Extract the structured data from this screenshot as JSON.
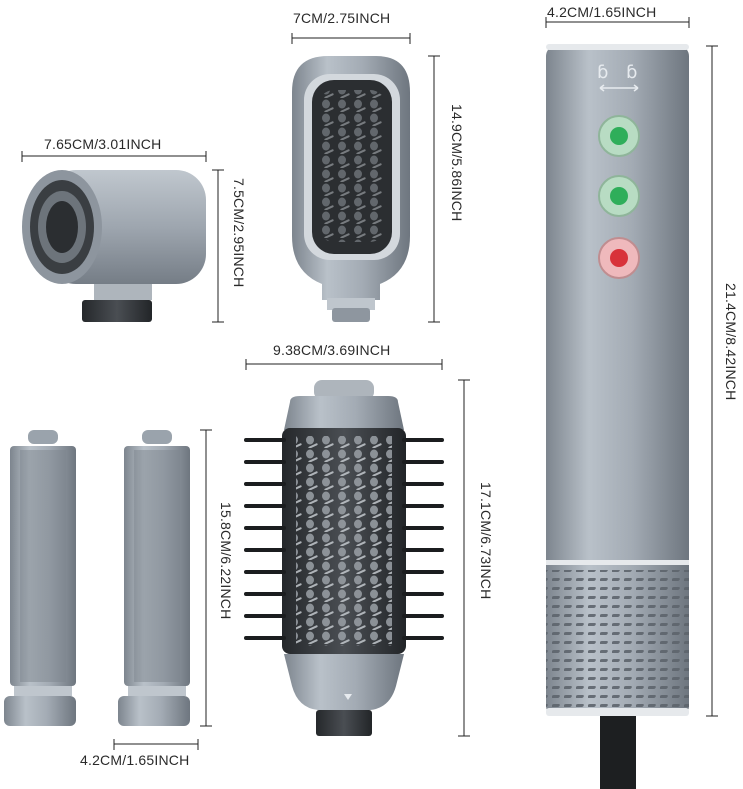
{
  "dimensions": {
    "handle_width": "4.2CM/1.65INCH",
    "handle_height": "21.4CM/8.42INCH",
    "brush_width": "7CM/2.75INCH",
    "brush_height": "14.9CM/5.86INCH",
    "concentrator_width": "7.65CM/3.01INCH",
    "concentrator_height": "7.5CM/2.95INCH",
    "round_brush_width": "9.38CM/3.69INCH",
    "round_brush_height": "17.1CM/6.73INCH",
    "barrel_height": "15.8CM/6.22INCH",
    "barrel_width": "4.2CM/1.65INCH"
  },
  "colors": {
    "metal": "#9aa3ac",
    "metal_dark": "#6f7780",
    "bristle": "#2b2e31",
    "button_green": "#2fae5a",
    "button_red": "#d8323a"
  }
}
